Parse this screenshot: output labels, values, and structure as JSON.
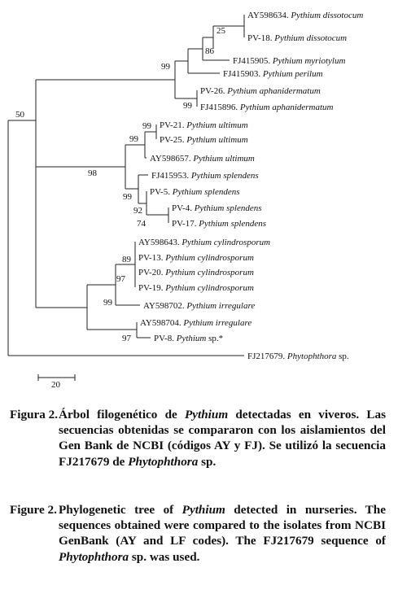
{
  "tree": {
    "tips": [
      {
        "id": "ay598634",
        "code": "AY598634.",
        "species": "Pythium dissotocum"
      },
      {
        "id": "pv18",
        "code": "PV-18.",
        "species": "Pythium dissotocum"
      },
      {
        "id": "fj415905",
        "code": "FJ415905.",
        "species": "Pythium myriotylum"
      },
      {
        "id": "fj415903",
        "code": "FJ415903.",
        "species": "Pythium perilum"
      },
      {
        "id": "pv26",
        "code": "PV-26.",
        "species": "Pythium aphanidermatum"
      },
      {
        "id": "fj415896",
        "code": "FJ415896.",
        "species": "Pythium aphanidermatum"
      },
      {
        "id": "pv21",
        "code": "PV-21.",
        "species": "Pythium ultimum"
      },
      {
        "id": "pv25",
        "code": "PV-25.",
        "species": "Pythium ultimum"
      },
      {
        "id": "ay598657",
        "code": "AY598657.",
        "species": "Pythium ultimum"
      },
      {
        "id": "fj415953",
        "code": "FJ415953.",
        "species": "Pythium splendens"
      },
      {
        "id": "pv5",
        "code": "PV-5.",
        "species": "Pythium splendens"
      },
      {
        "id": "pv4",
        "code": "PV-4.",
        "species": "Pythium splendens"
      },
      {
        "id": "pv17",
        "code": "PV-17.",
        "species": "Pythium splendens"
      },
      {
        "id": "ay598643",
        "code": "AY598643.",
        "species": "Pythium cylindrosporum"
      },
      {
        "id": "pv13",
        "code": "PV-13.",
        "species": "Pythium cylindrosporum"
      },
      {
        "id": "pv20",
        "code": "PV-20.",
        "species": "Pythium cylindrosporum"
      },
      {
        "id": "pv19",
        "code": "PV-19.",
        "species": "Pythium cylindrosporum"
      },
      {
        "id": "ay598702",
        "code": "AY598702.",
        "species": "Pythium irregulare"
      },
      {
        "id": "ay598704",
        "code": "AY598704.",
        "species": "Pythium irregulare"
      },
      {
        "id": "pv8",
        "code": "PV-8.",
        "species": "Pythium",
        "suffix": " sp.*"
      },
      {
        "id": "fj217679",
        "code": "FJ217679.",
        "species": "Phytophthora",
        "suffix": " sp."
      }
    ],
    "support": {
      "dissotocum": "25",
      "myriotylum": "86",
      "perilum": "99",
      "aphanidermatum": "99",
      "root": "50",
      "ultimum_pv": "99",
      "ultimum": "99",
      "ultimum_splendens": "98",
      "splendens": "99",
      "splendens_pv": "92",
      "splendens_pv17": "74",
      "cylindrosporum": "89",
      "irregulare_702": "97",
      "clade3": "99",
      "irregulare_pv8": "97"
    },
    "scale_label": "20"
  },
  "caption_es": {
    "label": "Figura 2.",
    "p1": "Árbol filogenético de ",
    "italic1": "Pythium",
    "p2": " detectadas en viveros. Las secuencias obtenidas se compararon con los aislamientos del Gen Bank de NCBI (códigos AY y FJ). Se utilizó la secuencia FJ217679 de ",
    "italic2": "Phytophthora",
    "p3": " sp."
  },
  "caption_en": {
    "label": "Figure 2.",
    "p1": "Phylogenetic tree of ",
    "italic1": "Pythium",
    "p2": " detected in nurseries. The sequences obtained were compared to the isolates from NCBI GenBank (AY and LF codes). The FJ217679 sequence of ",
    "italic2": "Phytophthora",
    "p3": " sp. was used."
  }
}
